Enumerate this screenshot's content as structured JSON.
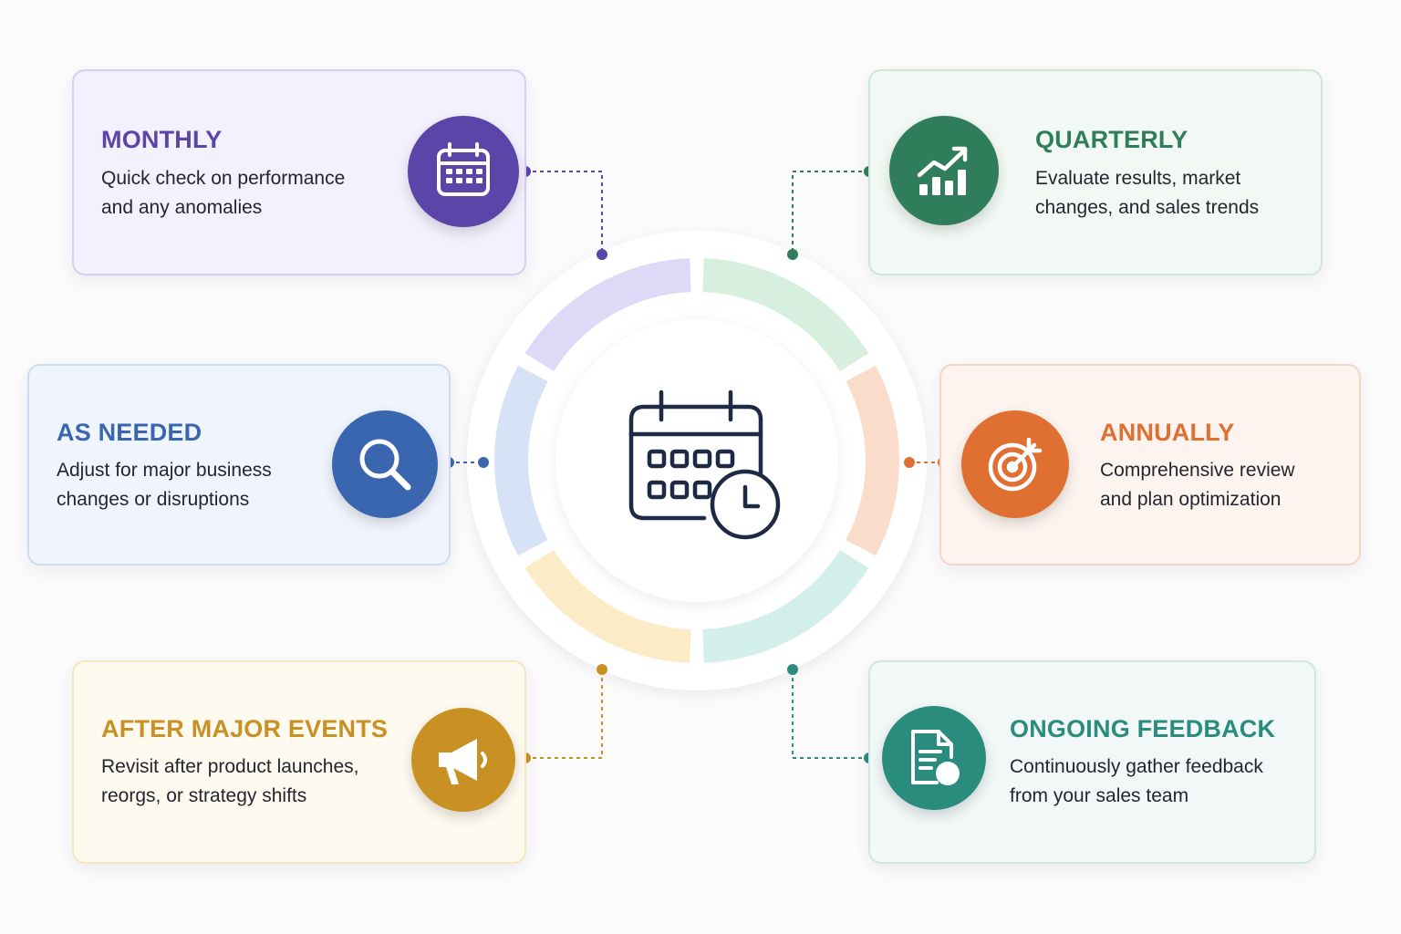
{
  "center": {
    "icon": "calendar-clock-icon"
  },
  "cards": {
    "monthly": {
      "title": "MONTHLY",
      "line1": "Quick check on performance",
      "line2": "and any anomalies",
      "icon": "calendar-icon",
      "color": "#5b45a8",
      "bg": "#f3f1fd",
      "border": "#d6cff2",
      "ring_color": "#ddd9f6"
    },
    "quarterly": {
      "title": "QUARTERLY",
      "line1": "Evaluate results, market",
      "line2": "changes, and sales trends",
      "icon": "growth-chart-icon",
      "color": "#2f7d5a",
      "bg": "#f2f9f4",
      "border": "#cfe6d7",
      "ring_color": "#d7efdf"
    },
    "as_needed": {
      "title": "AS NEEDED",
      "line1": "Adjust for major business",
      "line2": "changes or disruptions",
      "icon": "search-icon",
      "color": "#3a66b0",
      "bg": "#f0f5fd",
      "border": "#cddcf1",
      "ring_color": "#d6e3f6"
    },
    "annually": {
      "title": "ANNUALLY",
      "line1": "Comprehensive review",
      "line2": "and plan optimization",
      "icon": "target-icon",
      "color": "#e07032",
      "bg": "#fdf4ef",
      "border": "#f4d6c6",
      "ring_color": "#fadccb"
    },
    "after_major_events": {
      "title": "AFTER MAJOR EVENTS",
      "line1": "Revisit after product launches,",
      "line2": "reorgs, or strategy shifts",
      "icon": "megaphone-icon",
      "color": "#c99024",
      "bg": "#fefaf0",
      "border": "#f4e6c3",
      "ring_color": "#fbebc6"
    },
    "ongoing_feedback": {
      "title": "ONGOING FEEDBACK",
      "line1": "Continuously gather feedback",
      "line2": "from your sales team",
      "icon": "document-check-icon",
      "color": "#2a8c7c",
      "bg": "#f1f8f7",
      "border": "#cfe6e2",
      "ring_color": "#d3efea"
    }
  }
}
